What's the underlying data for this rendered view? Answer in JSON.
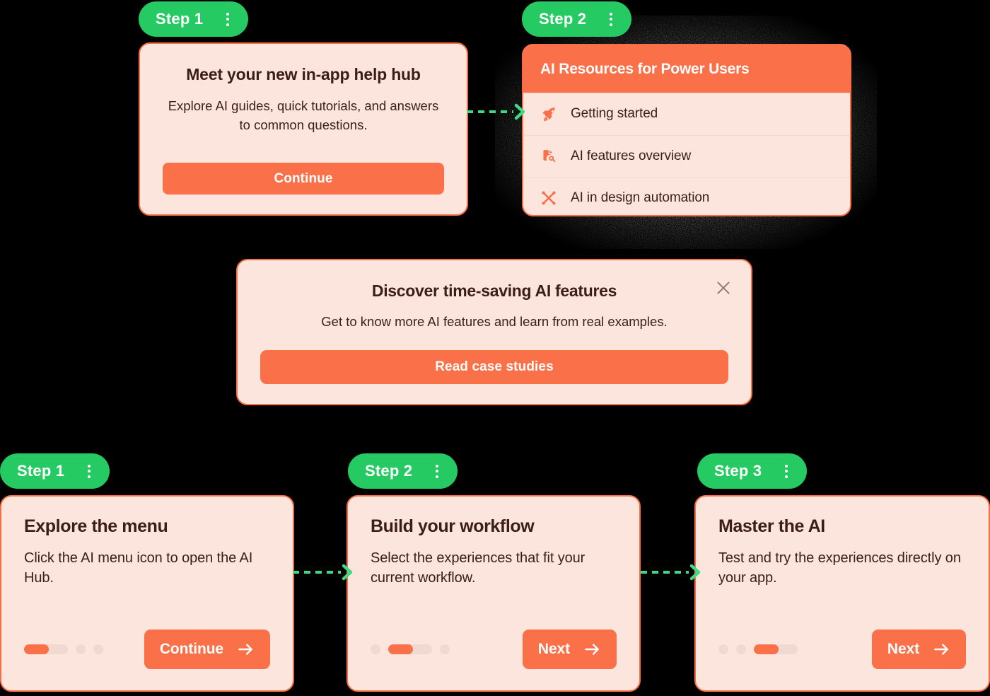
{
  "colors": {
    "background": "#000000",
    "card_bg": "#FCE5DC",
    "card_border": "#F96D44",
    "accent_orange": "#FA7048",
    "badge_green": "#25CB62",
    "text_dark": "#3A1F16",
    "track_muted": "#EFD9D0",
    "connector_green": "#3DDC84"
  },
  "help_hub_card": {
    "badge": {
      "label": "Step 1",
      "menu_icon": "kebab-menu-icon"
    },
    "title": "Meet your new in-app help hub",
    "body": "Explore AI guides, quick tutorials, and answers to common questions.",
    "button": "Continue"
  },
  "resources_card": {
    "badge": {
      "label": "Step 2",
      "menu_icon": "kebab-menu-icon"
    },
    "header_title": "AI Resources for Power Users",
    "items": [
      {
        "icon": "rocket-icon",
        "label": "Getting started"
      },
      {
        "icon": "file-search-icon",
        "label": "AI features overview"
      },
      {
        "icon": "crossed-tools-icon",
        "label": "AI in design automation"
      }
    ]
  },
  "discover_modal": {
    "title": "Discover time-saving AI features",
    "body": "Get to know more AI features and learn from real examples.",
    "button": "Read case studies",
    "close_icon": "close-icon"
  },
  "onboarding": {
    "cards": [
      {
        "badge": {
          "label": "Step 1",
          "menu_icon": "kebab-menu-icon"
        },
        "title": "Explore the menu",
        "body": "Click the AI menu icon to open the AI Hub.",
        "button": "Continue",
        "button_icon": "arrow-right-icon",
        "progress": {
          "total": 3,
          "active_index": 0
        }
      },
      {
        "badge": {
          "label": "Step 2",
          "menu_icon": "kebab-menu-icon"
        },
        "title": "Build your workflow",
        "body": "Select the experiences that fit your current workflow.",
        "button": "Next",
        "button_icon": "arrow-right-icon",
        "progress": {
          "total": 3,
          "active_index": 1
        }
      },
      {
        "badge": {
          "label": "Step 3",
          "menu_icon": "kebab-menu-icon"
        },
        "title": "Master the AI",
        "body": "Test and try the experiences directly on your app.",
        "button": "Next",
        "button_icon": "arrow-right-icon",
        "progress": {
          "total": 3,
          "active_index": 2
        }
      }
    ]
  },
  "connectors": [
    {
      "name": "help-hub-to-resources",
      "icon": "dashed-arrow-right-icon"
    },
    {
      "name": "explore-to-build",
      "icon": "dashed-arrow-right-icon"
    },
    {
      "name": "build-to-master",
      "icon": "dashed-arrow-right-icon"
    }
  ]
}
